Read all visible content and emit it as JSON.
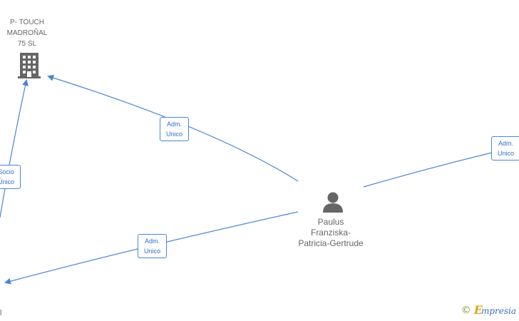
{
  "nodes": {
    "company": {
      "label": "P- TOUCH\nMADROÑAL\n75  SL",
      "icon": "building-icon"
    },
    "person": {
      "label": "Paulus\nFranziska-\nPatricia-Gertrude",
      "icon": "person-icon"
    }
  },
  "edges": {
    "adm_top": "Adm.\nUnico",
    "adm_right": "Adm.\nUnico",
    "socio_left": "Socio\nÚnico",
    "adm_bottom": "Adm.\nUnico"
  },
  "cut_label": "l",
  "footer": {
    "copyright": "©",
    "brand_initial": "E",
    "brand_rest": "mpresia"
  },
  "colors": {
    "edge": "#4a86d4",
    "icon": "#666666",
    "text": "#666666"
  }
}
